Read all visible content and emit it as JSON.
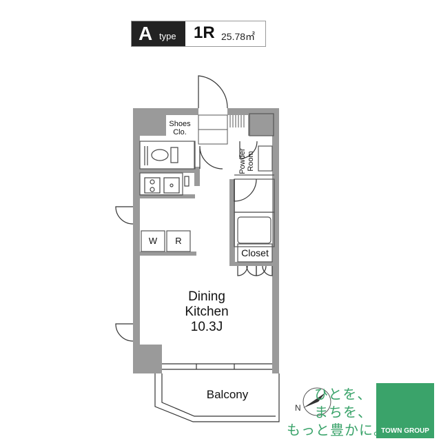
{
  "header": {
    "type_letter": "A",
    "type_word": "type",
    "layout": "1R",
    "area": "25.78㎡"
  },
  "rooms": {
    "shoes_closet": [
      "Shoes",
      "Clo."
    ],
    "powder_room": "Powder Room",
    "washer": "W",
    "refrigerator": "R",
    "closet": "Closet",
    "dining_kitchen": [
      "Dining",
      "Kitchen",
      "10.3J"
    ],
    "balcony": "Balcony"
  },
  "compass": {
    "north_label": "N"
  },
  "branding": {
    "slogan_lines": [
      "ひとを、",
      "まちを、",
      "もっと豊かに。"
    ],
    "company": "TOWN GROUP",
    "colors": {
      "brand_green": "#3aa36a",
      "wall": "#9a9a9a"
    }
  }
}
